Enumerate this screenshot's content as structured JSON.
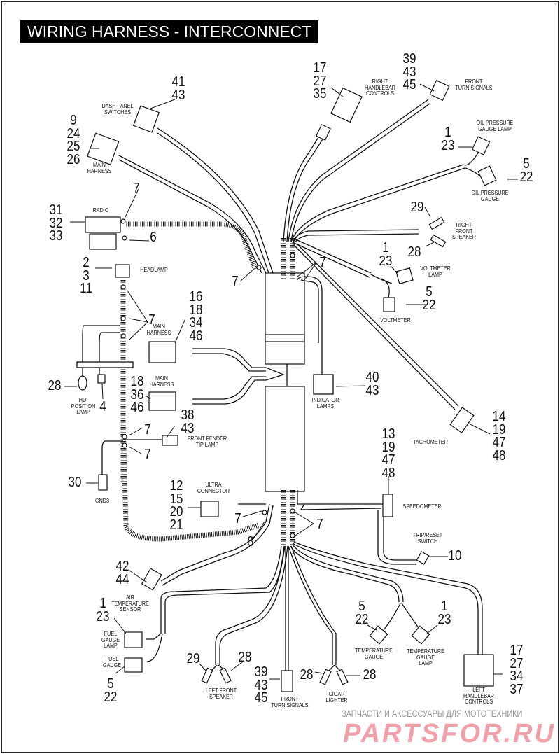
{
  "title": "WIRING HARNESS - INTERCONNECT",
  "callouts": [
    "41\n43",
    "9\n24\n25\n26",
    "17\n27\n35",
    "39\n43\n45",
    "1\n23",
    "5\n22",
    "7",
    "31\n32\n33",
    "6",
    "29",
    "28",
    "1\n23",
    "7",
    "7",
    "2\n3\n11",
    "7",
    "16\n18\n34\n46",
    "5\n22",
    "28",
    "4",
    "18\n36\n46",
    "38\n43",
    "40\n43",
    "14\n19\n47\n48",
    "7",
    "7",
    "13\n19\n47\n48",
    "30",
    "12\n15\n20\n21",
    "7",
    "8",
    "7",
    "10",
    "42\n44",
    "1\n23",
    "5\n22",
    "29",
    "28",
    "39\n43\n45",
    "28",
    "28",
    "5\n22",
    "1\n23",
    "17\n27\n34\n37"
  ],
  "labels": [
    "DASH PANEL\nSWITCHES",
    "MAIN\nHARNESS",
    "RIGHT\nHANDLEBAR\nCONTROLS",
    "FRONT\nTURN SIGNALS",
    "OIL PRESSURE\nGAUGE LAMP",
    "OIL PRESSURE\nGAUGE",
    "RADIO",
    "RIGHT\nFRONT\nSPEAKER",
    "HEADLAMP",
    "VOLTMETER\nLAMP",
    "VOLTMETER",
    "MAIN\nHARNESS",
    "MAIN\nHARNESS",
    "HDI\nPOSITION\nLAMP",
    "INDICATOR\nLAMPS",
    "TACHOMETER",
    "FRONT FENDER\nTIP LAMP",
    "GND3",
    "ULTRA\nCONNECTOR",
    "SPEEDOMETER",
    "TRIP/RESET\nSWITCH",
    "AIR\nTEMPERATURE\nSENSOR",
    "FUEL\nGAUGE\nLAMP",
    "FUEL\nGAUGE",
    "TEMPERATURE\nGAUGE",
    "TEMPERATURE\nGAUGE\nLAMP",
    "LEFT FRONT\nSPEAKER",
    "FRONT\nTURN SIGNALS",
    "CIGAR\nLIGHTER",
    "LEFT\nHANDLEBAR\nCONTROLS"
  ],
  "watermark": {
    "line1": "ЗАПЧАСТИ И АКСЕССУАРЫ ДЛЯ МОТОТЕХНИКИ",
    "line2": "PARTSFOR.RU"
  },
  "colors": {
    "ink": "#111111",
    "title_bg": "#000000",
    "watermark": "#f0a0a8"
  }
}
